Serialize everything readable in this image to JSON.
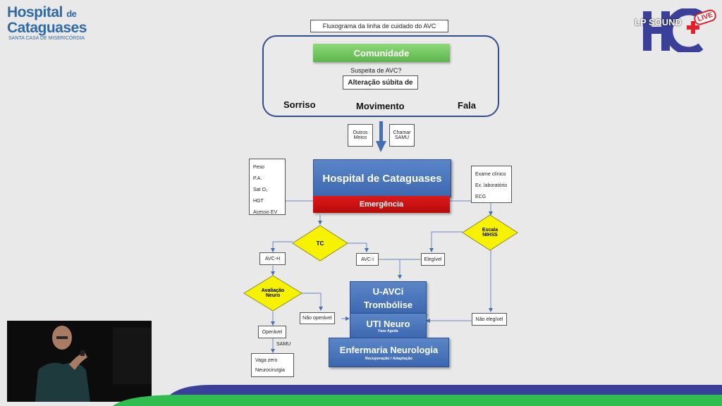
{
  "logo": {
    "line1": "Hospital",
    "line1_de": "de",
    "line2": "Cataguases",
    "sub": "SANTA CASA DE MISERICÓRDIA"
  },
  "live_logo": {
    "brand": "LP SOUND",
    "badge": "LIVE",
    "colors": {
      "h": "#3a3f9a",
      "c": "#e0202a"
    }
  },
  "flow": {
    "title": "Fluxograma da linha de cuidado do AVC",
    "community": "Comunidade",
    "suspicion": "Suspeita de AVC?",
    "sudden_change": "Alteração súbita de",
    "signs": [
      "Sorriso",
      "Movimento",
      "Fala"
    ],
    "other_means": [
      "Outros",
      "Meios"
    ],
    "call_samu": [
      "Chamar",
      "SAMU"
    ],
    "hospital": "Hospital de Cataguases",
    "emergency": "Emergência",
    "vitals": [
      "Peso",
      "P.A.",
      "Sat O₂",
      "HGT",
      "Acesso EV"
    ],
    "exams": [
      "Exame clínico",
      "Ex. laboratório",
      "ECG"
    ],
    "tc": "TC",
    "nihss": [
      "Escala",
      "NIHSS"
    ],
    "avch": "AVC-H",
    "avci": "AVC-i",
    "eligible": "Elegível",
    "neuro_eval": [
      "Avaliação",
      "Neuro"
    ],
    "not_operable": "Não operável",
    "operable": "Operável",
    "samu": "SAMU",
    "zero_vacancy": "Vaga zero",
    "neurosurgery": "Neurocirurgia",
    "uavci": [
      "U-AVCi",
      "Trombólise"
    ],
    "uti": "UTI Neuro",
    "uti_sub": "Fase Aguda",
    "ward": "Enfermaria Neurologia",
    "ward_sub": "Recuperação / Adaptação",
    "not_eligible": "Não elegível"
  },
  "colors": {
    "green": "#7ecb6b",
    "blue": "#4a78bf",
    "red": "#cc1111",
    "yellow": "#f7f300",
    "outline": "#2f4f8c"
  }
}
